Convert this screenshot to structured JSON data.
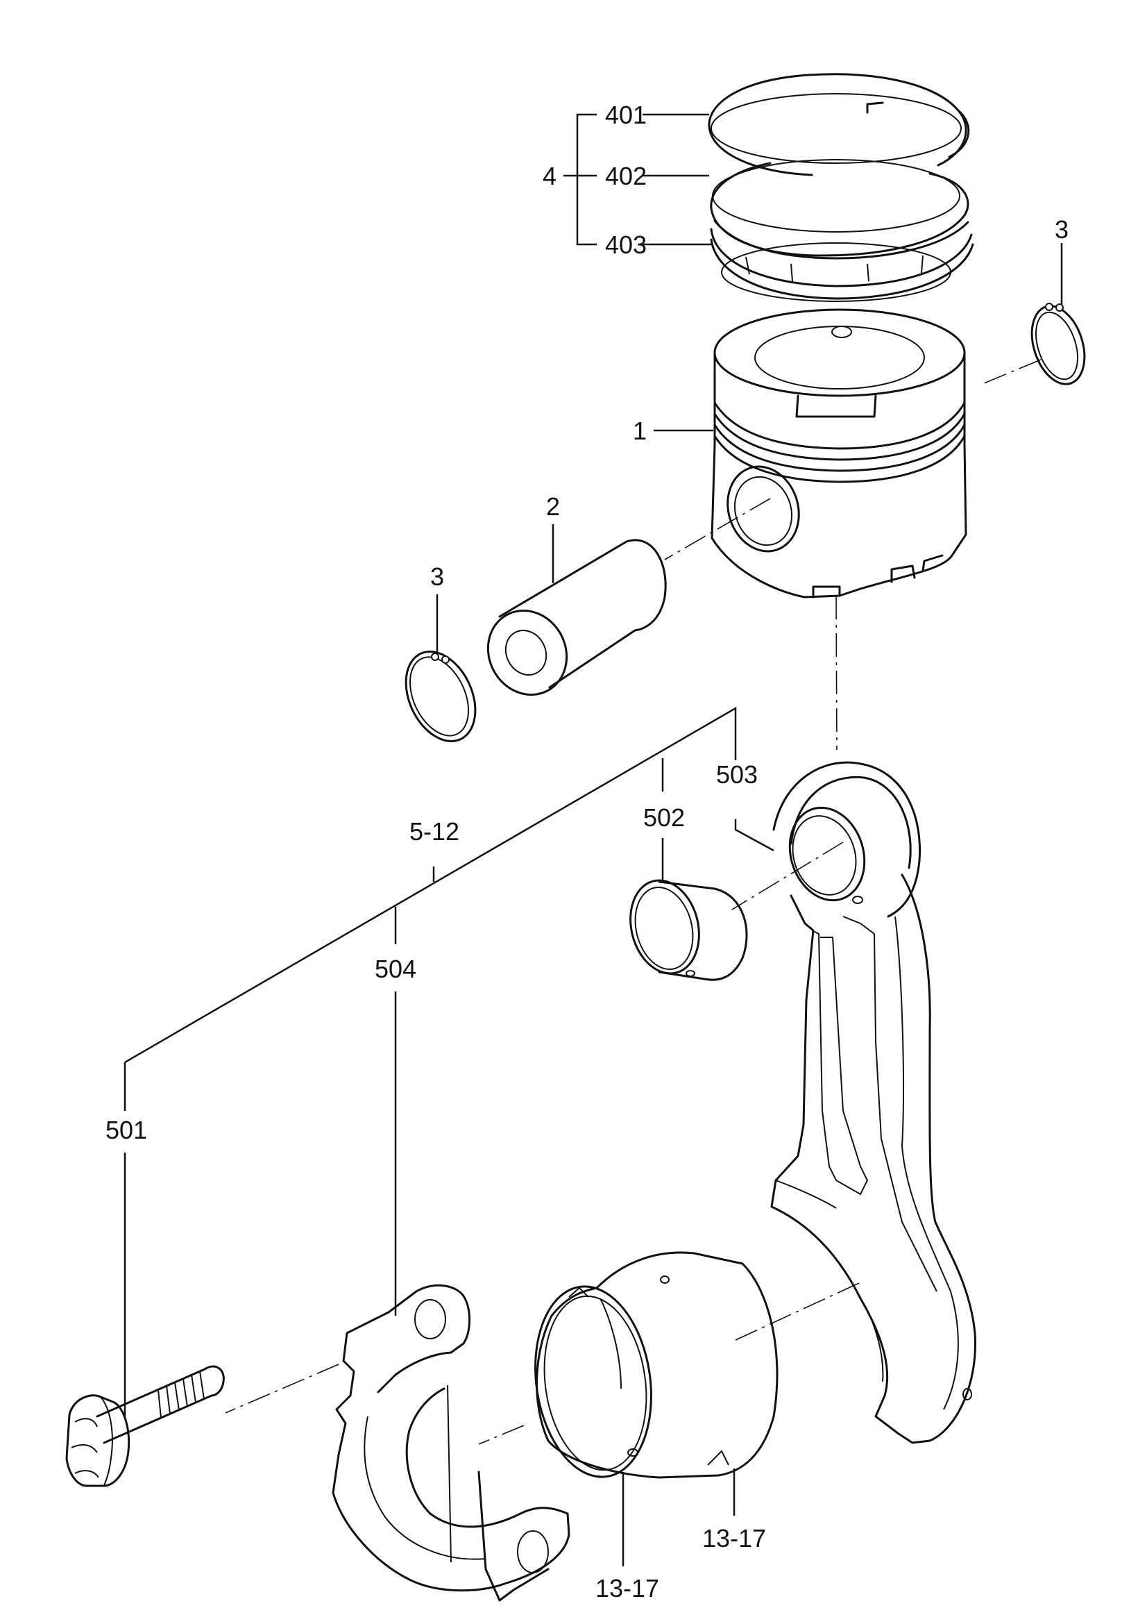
{
  "callouts": {
    "ring_top": "401",
    "ring_second": "402",
    "ring_oil": "403",
    "ring_set": "4",
    "piston": "1",
    "piston_pin": "2",
    "snap_ring_right": "3",
    "snap_ring_left": "3",
    "rod_assembly": "5-12",
    "rod_body": "503",
    "rod_bushing": "502",
    "rod_cap": "504",
    "rod_bolt": "501",
    "bearing_lower": "13-17",
    "bearing_upper": "13-17"
  }
}
